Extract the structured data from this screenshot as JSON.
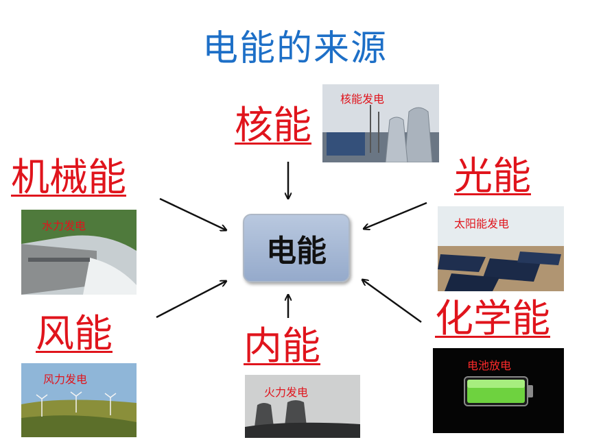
{
  "title": "电能的来源",
  "center": "电能",
  "sources": {
    "nuclear": {
      "label": "核能",
      "caption": "核能发电"
    },
    "mechanical": {
      "label": "机械能",
      "caption": "水力发电"
    },
    "light": {
      "label": "光能",
      "caption": "太阳能发电"
    },
    "wind": {
      "label": "风能",
      "caption": "风力发电"
    },
    "internal": {
      "label": "内能",
      "caption": "火力发电"
    },
    "chemical": {
      "label": "化学能",
      "caption": "电池放电"
    }
  },
  "colors": {
    "title": "#1d6fc7",
    "label": "#e0141c",
    "center_fill": "#a7b9d6"
  }
}
